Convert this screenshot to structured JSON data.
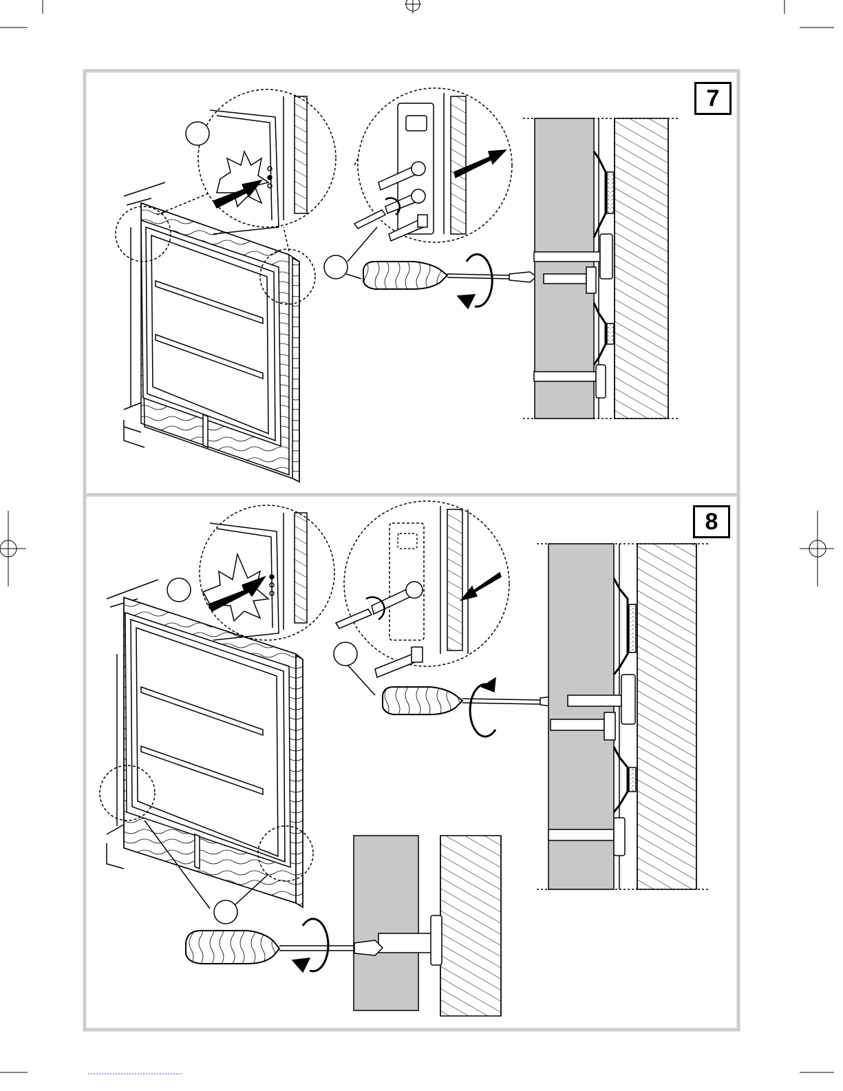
{
  "page": {
    "colors": {
      "frame": "#cccccc",
      "line": "#000000",
      "wall_fill": "#c8c8c8",
      "background": "#ffffff"
    }
  },
  "steps": [
    {
      "number": "7",
      "illustrations": [
        "cabinet-door",
        "hinge-detail-callout",
        "screw-removal-callout",
        "section-view"
      ],
      "icons": [
        "screwdriver-icon",
        "rotate-arrow-icon",
        "pull-arrow-icon",
        "click-burst-icon"
      ]
    },
    {
      "number": "8",
      "illustrations": [
        "cabinet-door",
        "hinge-detail-callout",
        "screw-insert-callout",
        "section-view",
        "lower-section-view"
      ],
      "icons": [
        "screwdriver-icon",
        "rotate-arrow-icon",
        "push-arrow-icon",
        "click-burst-icon"
      ]
    }
  ]
}
